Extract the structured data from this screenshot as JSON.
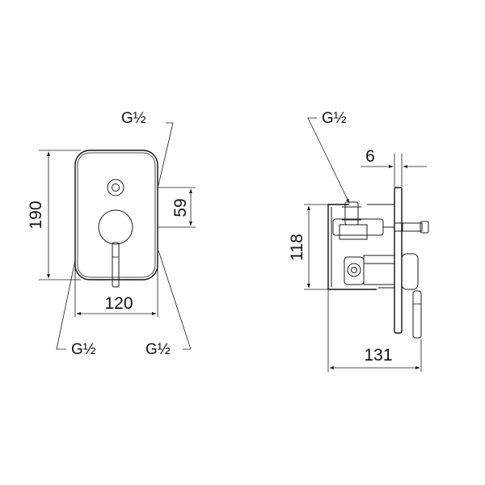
{
  "front_view": {
    "height_dim": "190",
    "width_dim": "120",
    "offset_dim": "59",
    "label_top": "G½",
    "label_bottom_left": "G½",
    "label_bottom_right": "G½"
  },
  "side_view": {
    "height_dim": "118",
    "depth_dim": "131",
    "plate_dim": "6",
    "label_top": "G½"
  },
  "colors": {
    "line": "#1a1a1a",
    "background": "#ffffff"
  }
}
